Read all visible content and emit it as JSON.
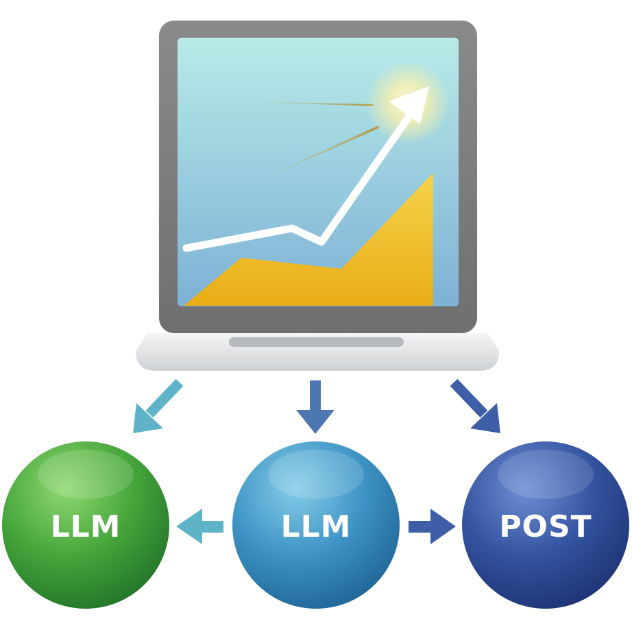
{
  "nodes": [
    {
      "label": "LLM",
      "color": "#3f9a3a"
    },
    {
      "label": "LLM",
      "color": "#3c8fc0"
    },
    {
      "label": "POST",
      "color": "#2f4e9a"
    }
  ],
  "colors": {
    "monitor_bezel": "#7b7b7b",
    "screen_top": "#b4e8e6",
    "screen_bottom": "#7fb4d8",
    "area_fill": "#f2c12e",
    "trend_line": "#ffffff",
    "laptop_base": "#e4e6e8",
    "arrow_teal": "#5fb3c8",
    "arrow_blue": "#4d77b0",
    "arrow_navy": "#3f5ea8"
  },
  "icons": [
    "laptop-icon",
    "growth-chart-icon",
    "trend-arrow-icon"
  ]
}
